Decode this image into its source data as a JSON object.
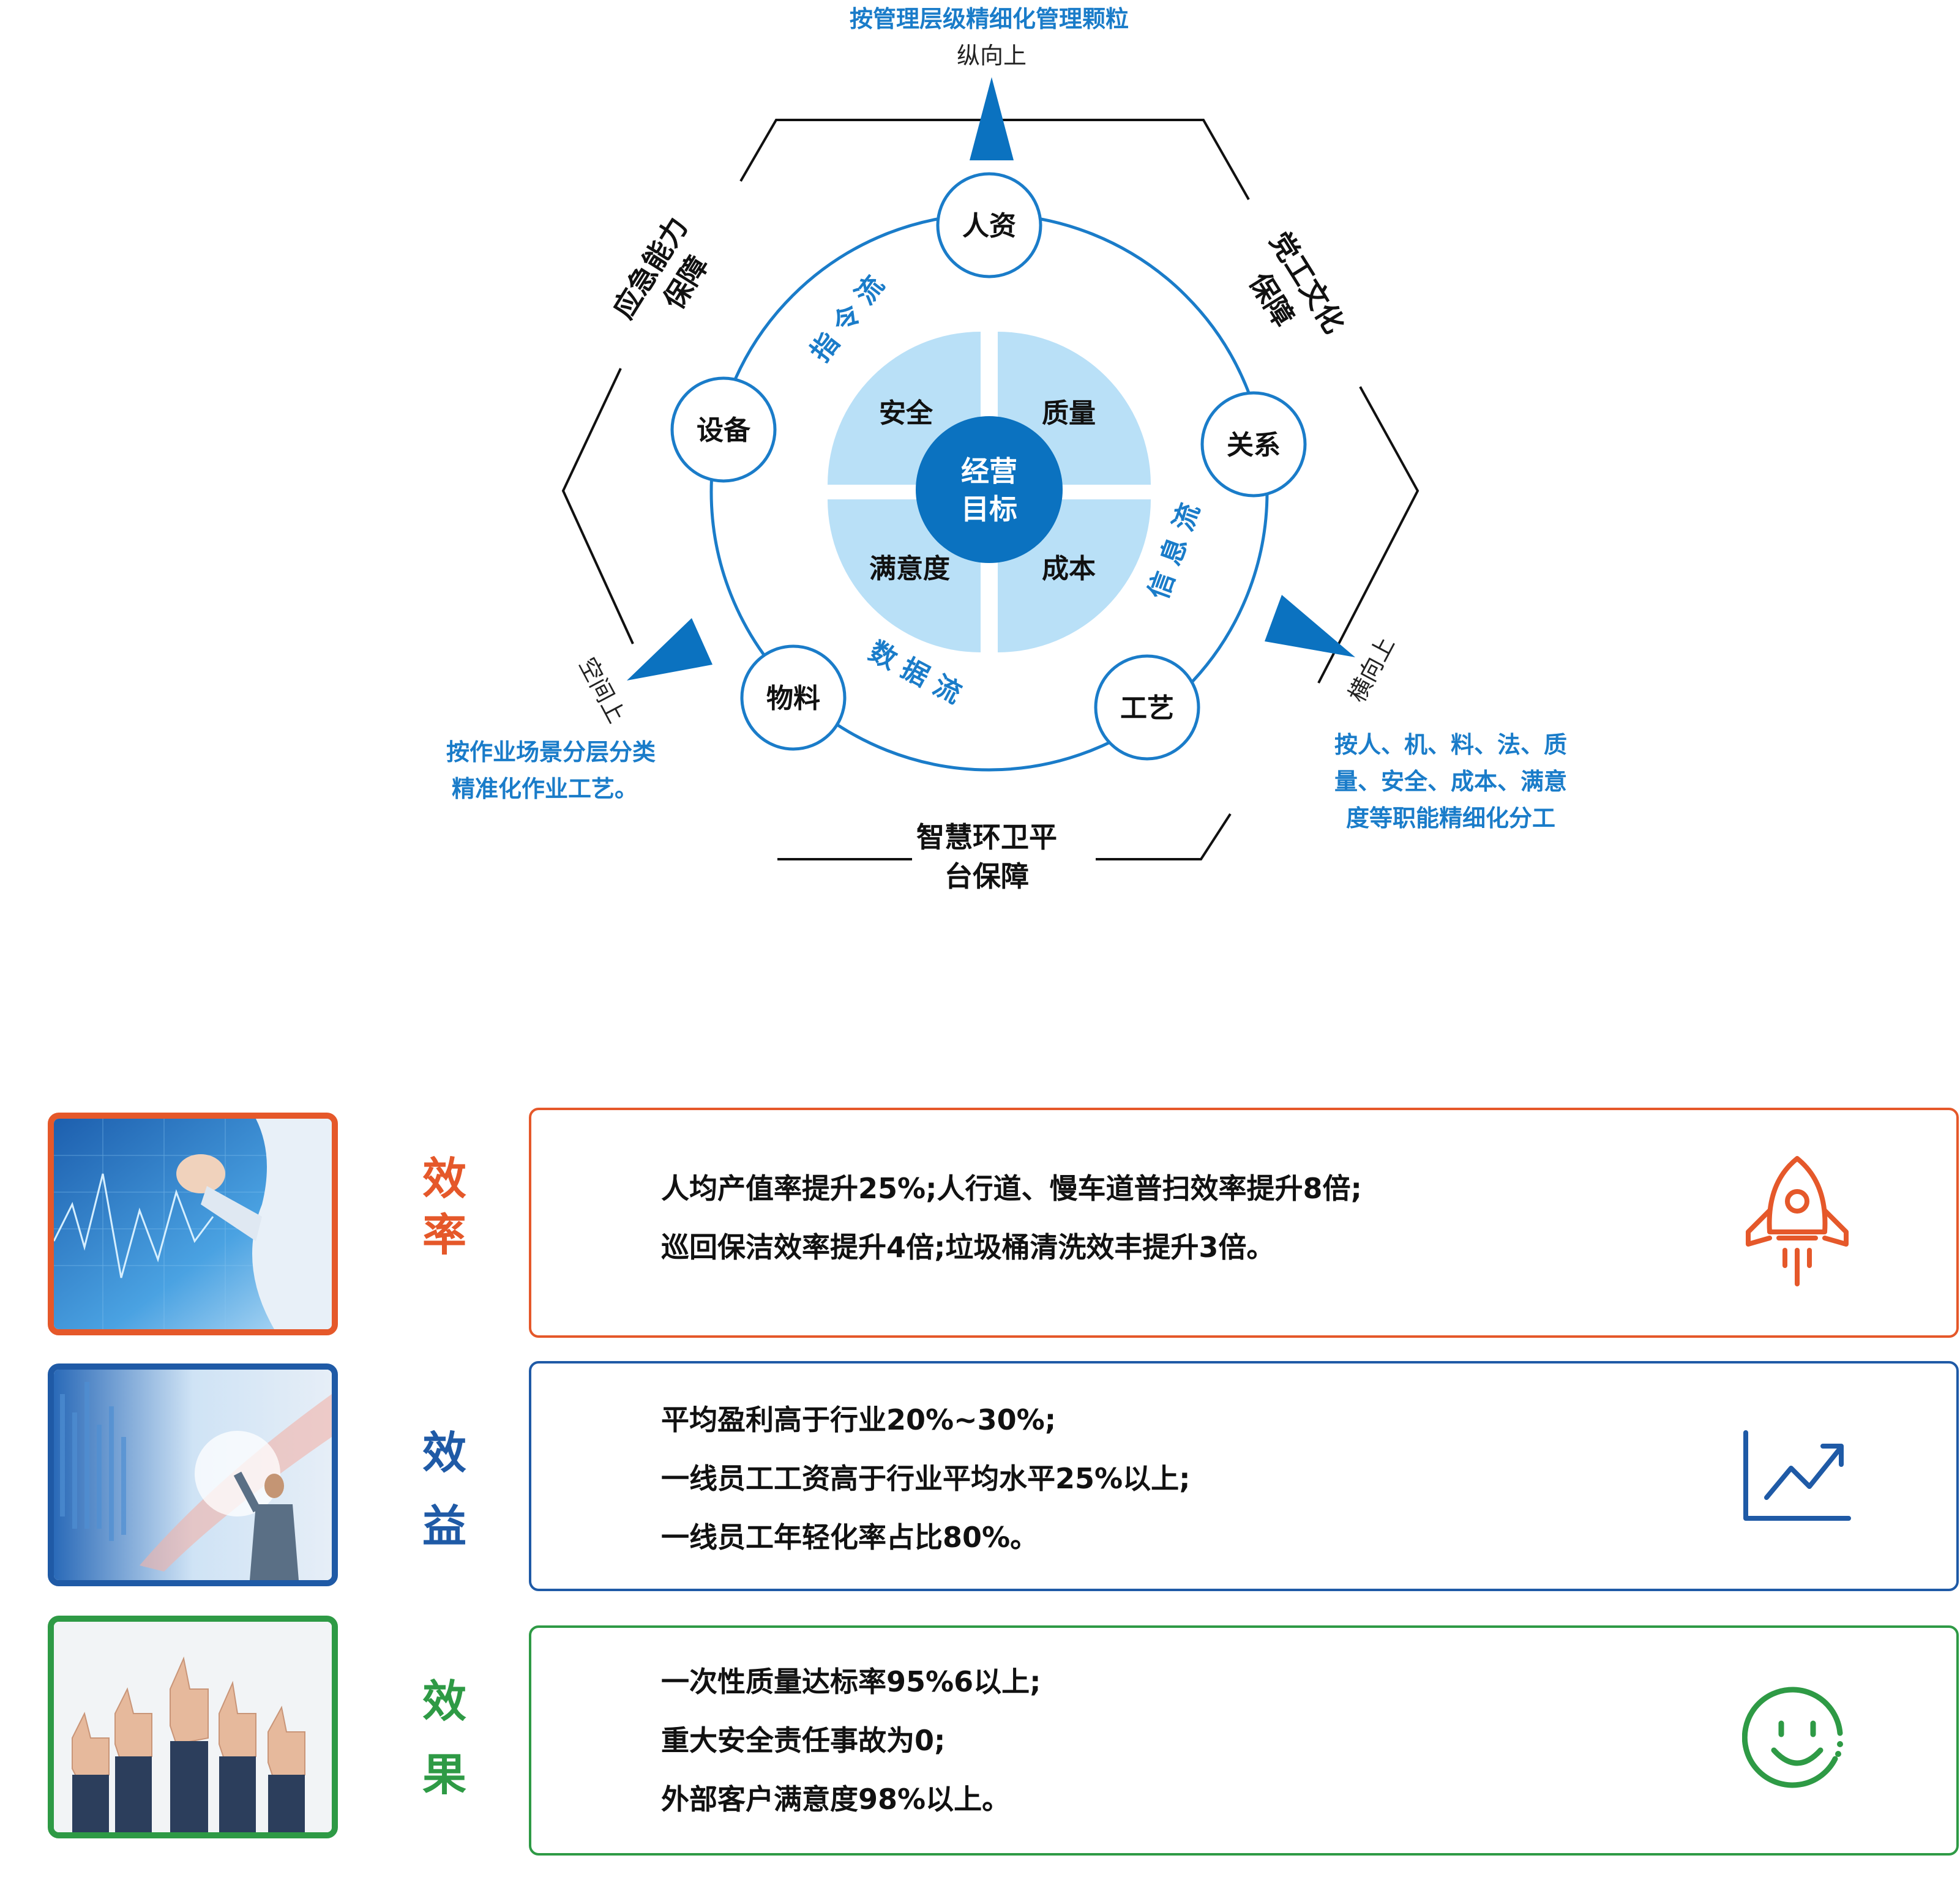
{
  "diagram": {
    "top_note": "按管理层级精细化管理颗粒",
    "top_arrow_label": "纵向上",
    "right_arrow_label": "横向上",
    "left_arrow_label": "空间上",
    "right_note": [
      "按人、机、料、法、质",
      "量、安全、成本、满意",
      "度等职能精细化分工"
    ],
    "left_note": [
      "按作业场景分层分类",
      "精准化作业工艺。"
    ],
    "hex_left_top": [
      "应急能力",
      "保障"
    ],
    "hex_right_top": [
      "党工文化",
      "保障"
    ],
    "hex_bottom": [
      "智慧环卫平",
      "台保障"
    ],
    "nodes": {
      "hr": "人资",
      "relation": "关系",
      "craft": "工艺",
      "material": "物料",
      "equipment": "设备"
    },
    "flows": {
      "command": "指 令 流",
      "info": "信 息 流",
      "data": "数 据 流"
    },
    "quadrants": {
      "safety": "安全",
      "quality": "质量",
      "satisfaction": "满意度",
      "cost": "成本"
    },
    "center": [
      "经营",
      "目标"
    ],
    "colors": {
      "blue": "#1a7cc9",
      "dark_blue": "#0b72c0",
      "light_blue": "#b9e0f7"
    }
  },
  "results": [
    {
      "label": [
        "效",
        "率"
      ],
      "color": "#e5582a",
      "lines": [
        "人均产值率提升25%;人行道、慢车道普扫效率提升8倍;",
        "巡回保洁效率提升4倍;垃圾桶清洗效丰提升3倍。"
      ],
      "icon": "rocket-icon"
    },
    {
      "label": [
        "效",
        "益"
      ],
      "color": "#1f5aa6",
      "lines": [
        "平均盈利高于行业20%~30%;",
        "一线员工工资高于行业平均水平25%以上;",
        "一线员工年轻化率占比80%。"
      ],
      "icon": "trend-chart-icon"
    },
    {
      "label": [
        "效",
        "果"
      ],
      "color": "#2e9a45",
      "lines": [
        "一次性质量达标率95%6以上;",
        "重大安全责任事故为0;",
        "外部客户满意度98%以上。"
      ],
      "icon": "smiley-icon"
    }
  ]
}
